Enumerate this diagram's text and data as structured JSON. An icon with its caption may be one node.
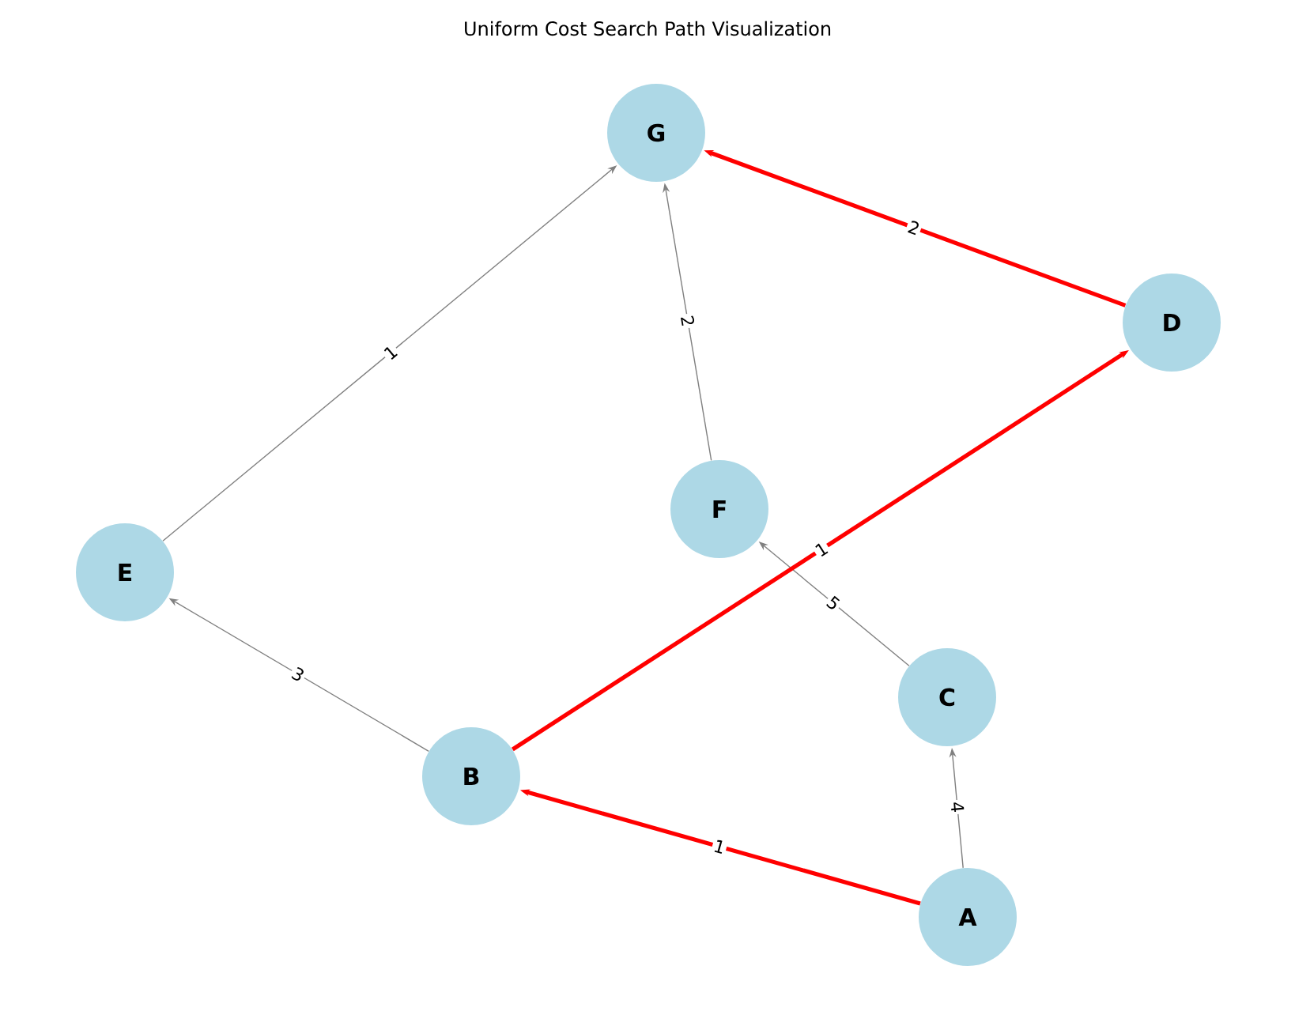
{
  "diagram": {
    "title": "Uniform Cost Search Path Visualization",
    "nodes": [
      {
        "text": [
          "G"
        ]
      },
      {
        "text": [
          "D"
        ]
      },
      {
        "text": [
          "F"
        ]
      },
      {
        "text": [
          "E"
        ]
      },
      {
        "text": [
          "C"
        ]
      },
      {
        "text": [
          "B"
        ]
      },
      {
        "text": [
          "A"
        ]
      }
    ],
    "edges": [
      {
        "from": 6,
        "to": 5,
        "arrow": "to",
        "label": "1",
        "style": "thick",
        "color": "#ff0000"
      },
      {
        "from": 6,
        "to": 4,
        "arrow": "to",
        "label": "4"
      },
      {
        "from": 4,
        "to": 2,
        "arrow": "to",
        "label": "5"
      },
      {
        "from": 5,
        "to": 3,
        "arrow": "to",
        "label": "3"
      },
      {
        "from": 5,
        "to": 1,
        "arrow": "to",
        "label": "1",
        "style": "thick",
        "color": "#ff0000"
      },
      {
        "from": 3,
        "to": 0,
        "arrow": "to",
        "label": "1"
      },
      {
        "from": 2,
        "to": 0,
        "arrow": "to",
        "label": "2"
      },
      {
        "from": 1,
        "to": 0,
        "arrow": "to",
        "label": "2",
        "style": "thick",
        "color": "#ff0000"
      }
    ]
  }
}
